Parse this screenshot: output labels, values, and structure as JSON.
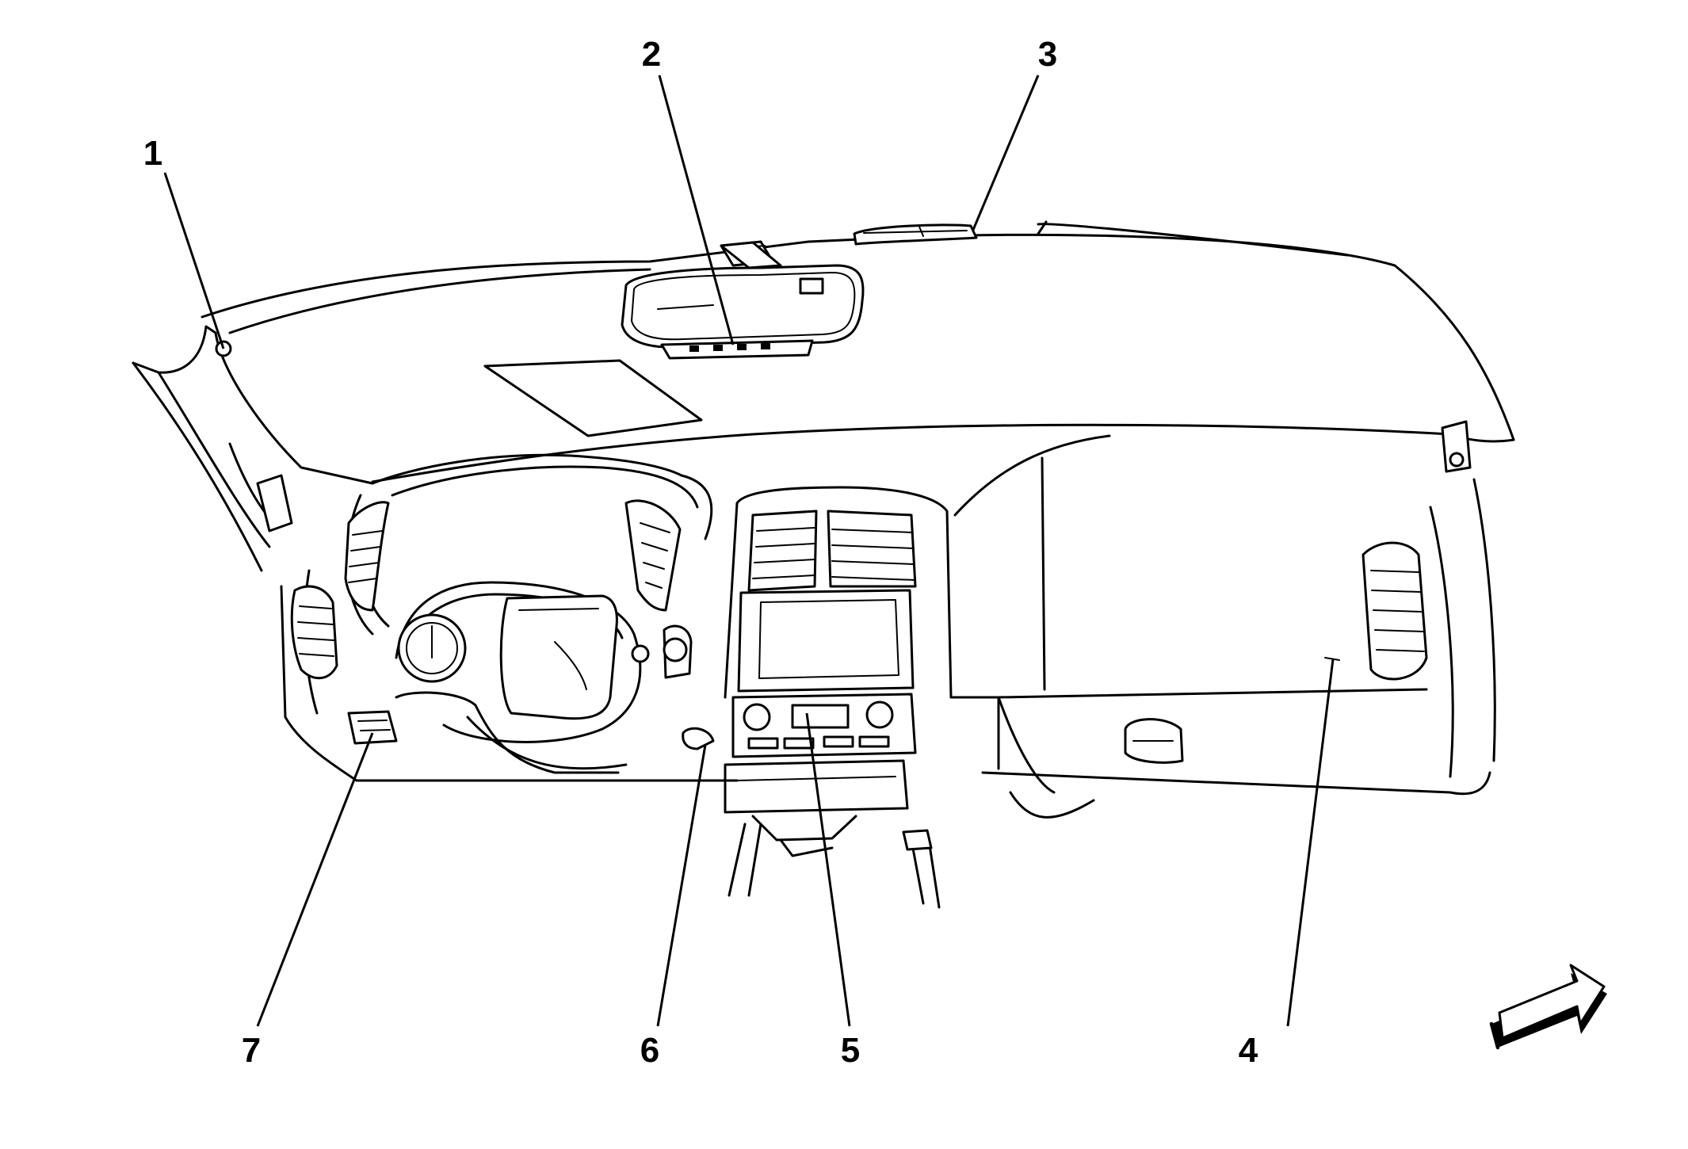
{
  "callouts": [
    {
      "id": "1",
      "label": "1"
    },
    {
      "id": "2",
      "label": "2"
    },
    {
      "id": "3",
      "label": "3"
    },
    {
      "id": "4",
      "label": "4"
    },
    {
      "id": "5",
      "label": "5"
    },
    {
      "id": "6",
      "label": "6"
    },
    {
      "id": "7",
      "label": "7"
    }
  ],
  "icons": {
    "orientation_arrow": "forward-arrow-icon"
  },
  "colors": {
    "line": "#000000",
    "background": "#ffffff"
  }
}
